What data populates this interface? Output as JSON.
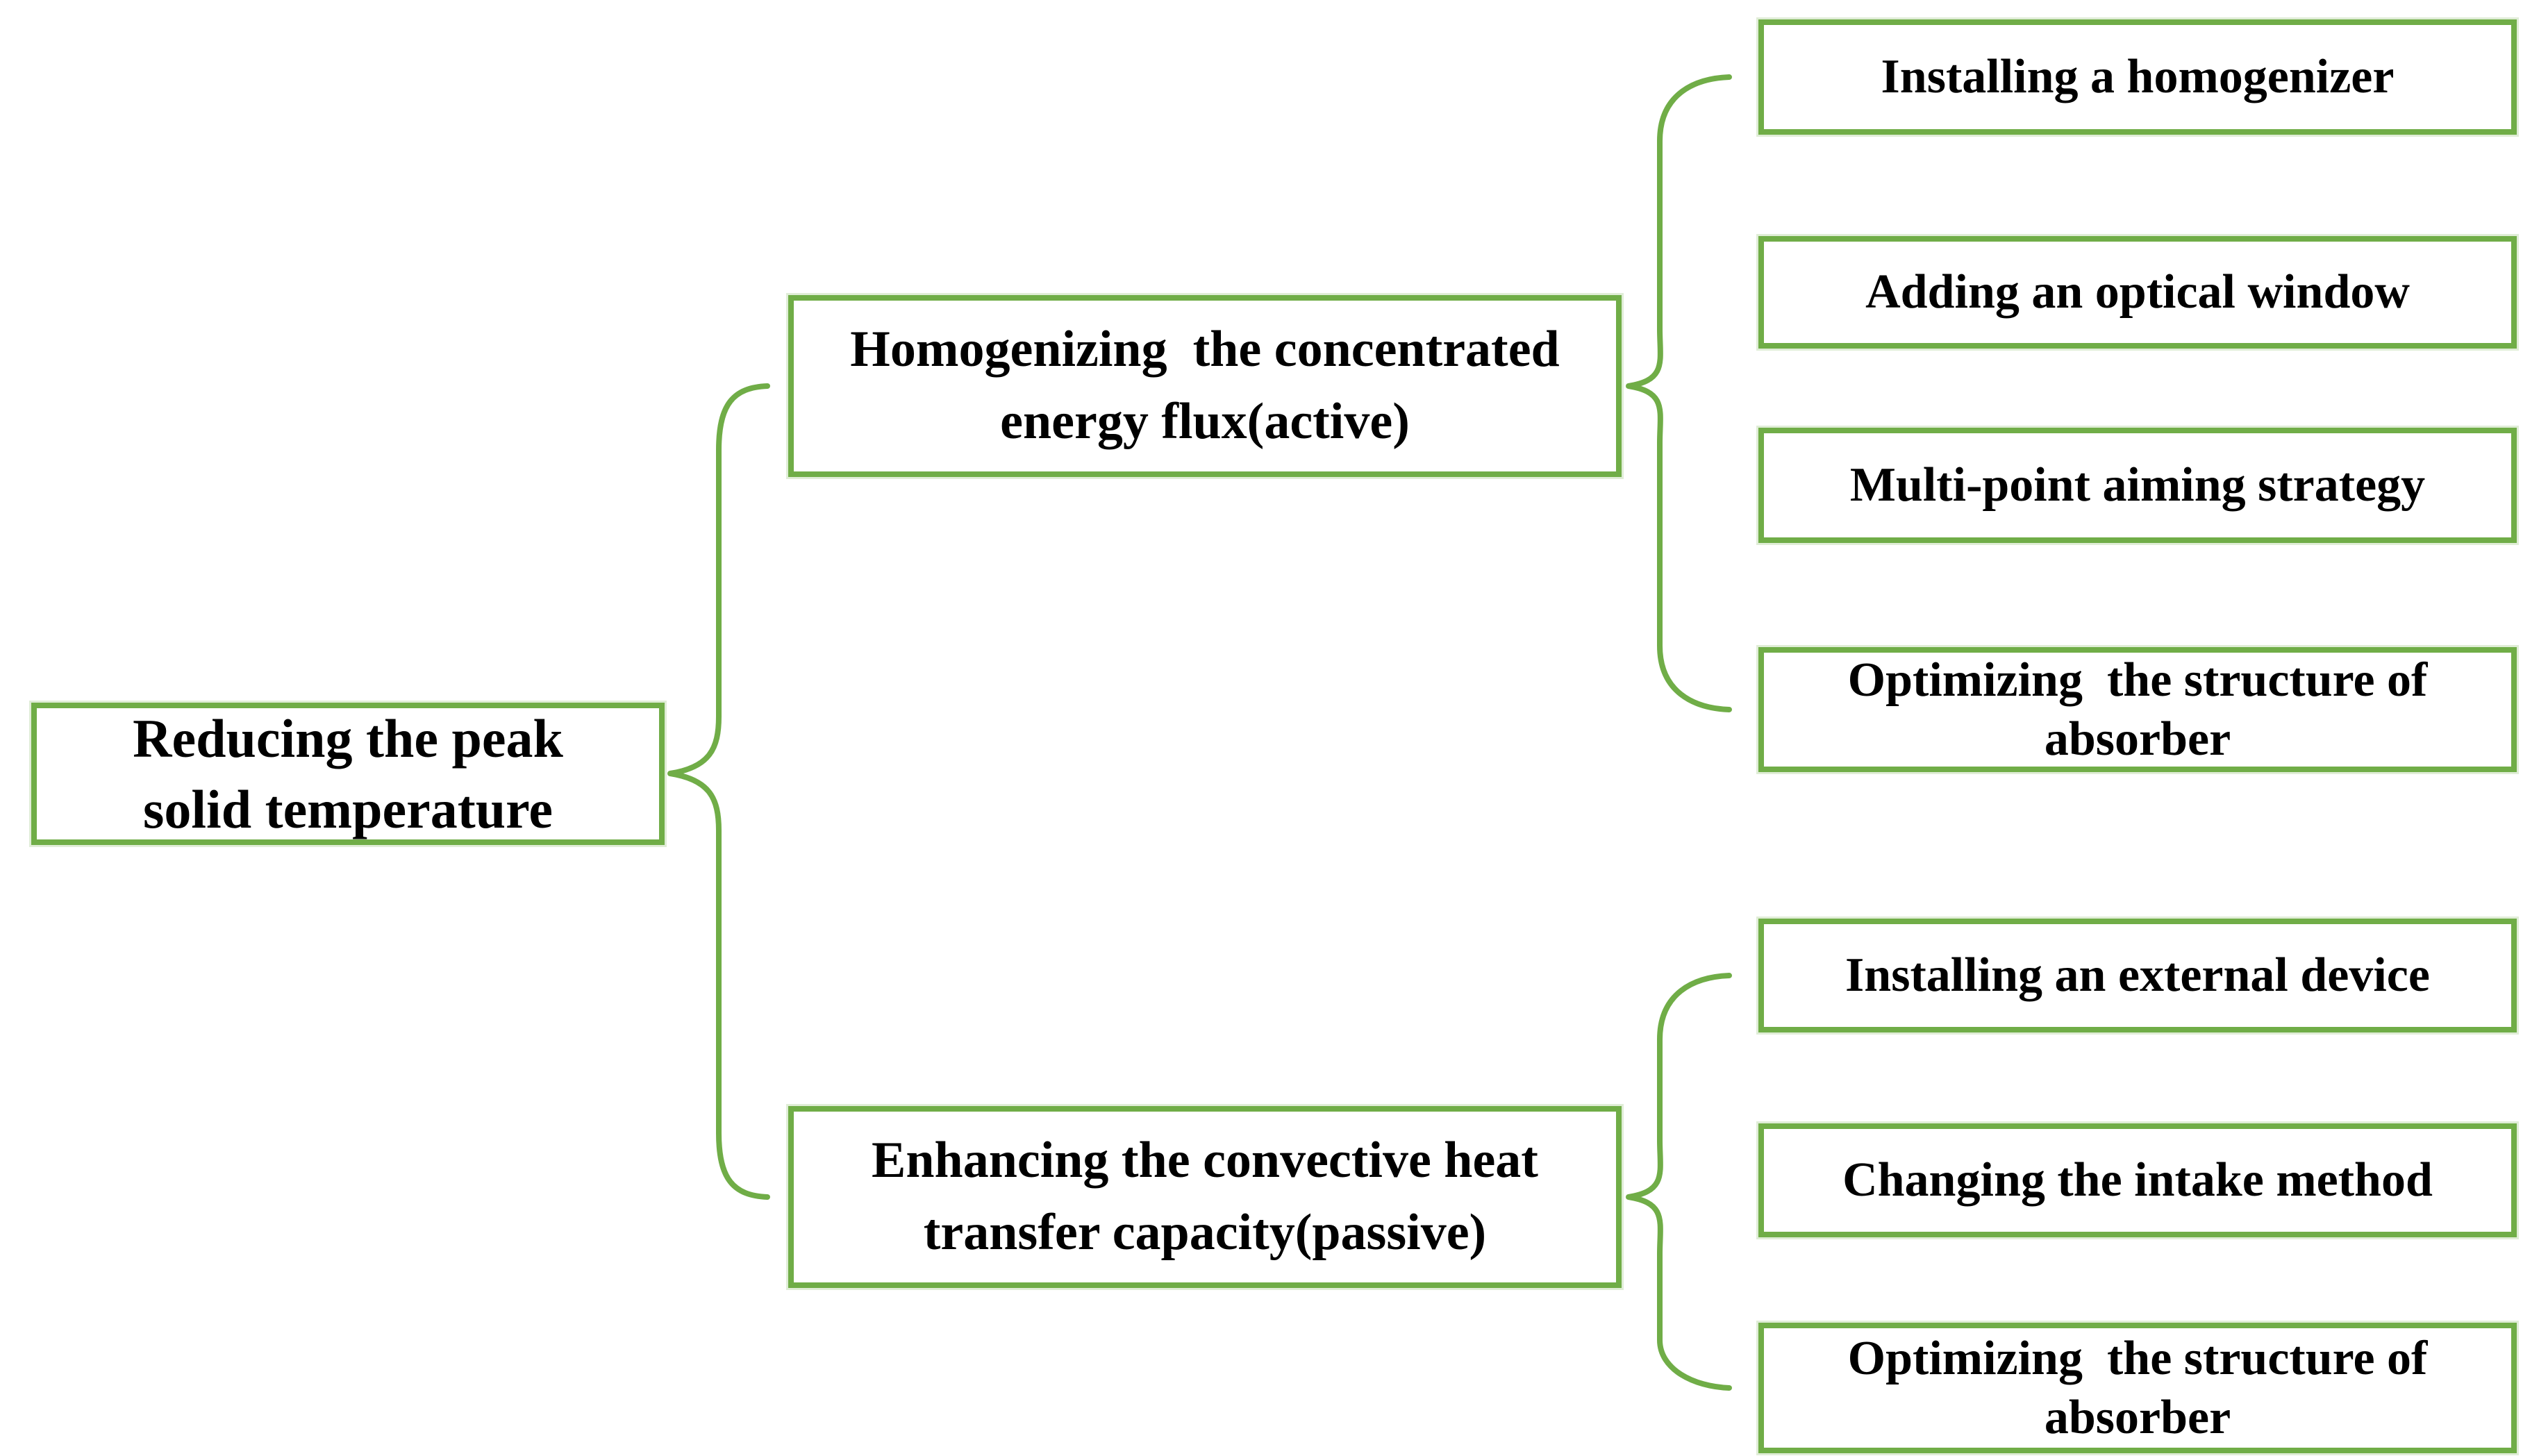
{
  "diagram": {
    "root": {
      "label": "Reducing the peak\nsolid temperature"
    },
    "branches": [
      {
        "label": "Homogenizing  the concentrated\nenergy flux(active)",
        "children": [
          "Installing a homogenizer",
          "Adding an optical window",
          "Multi-point aiming strategy",
          "Optimizing  the structure of\nabsorber"
        ]
      },
      {
        "label": "Enhancing the convective heat\ntransfer capacity(passive)",
        "children": [
          "Installing an external device",
          "Changing the intake method",
          "Optimizing  the structure of\nabsorber"
        ]
      }
    ],
    "colors": {
      "border_green": "#70AD47",
      "text": "#000000",
      "background": "#FFFFFF"
    }
  }
}
